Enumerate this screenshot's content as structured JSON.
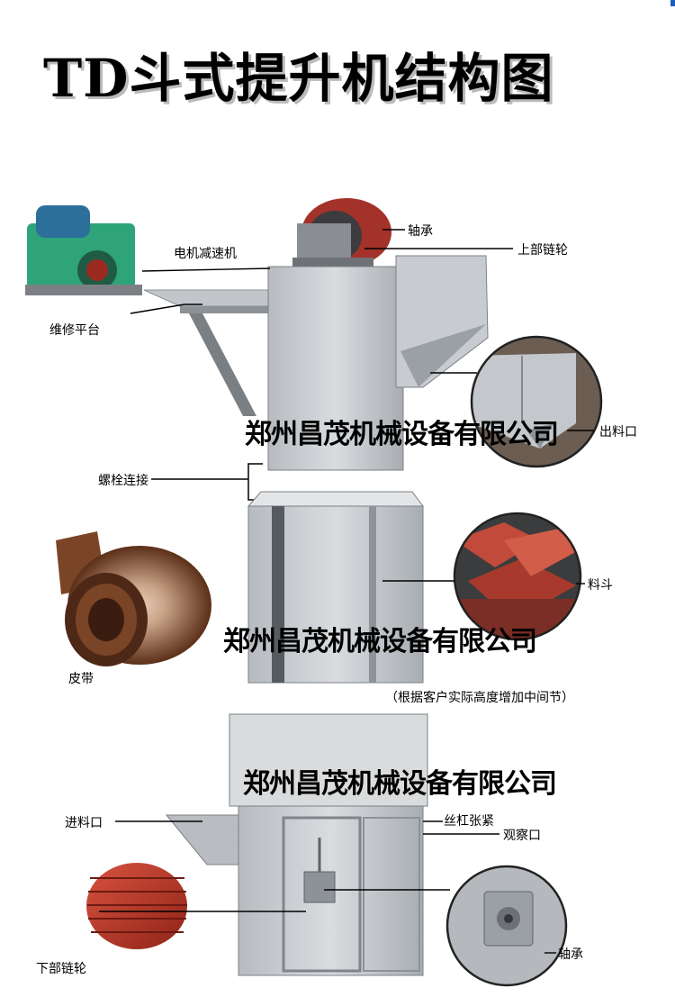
{
  "title": "TD斗式提升机结构图",
  "labels": {
    "motor_reducer": "电机减速机",
    "maintenance_platform": "维修平台",
    "bearing_top": "轴承",
    "upper_sprocket": "上部链轮",
    "discharge_port": "出料口",
    "bolt_connection": "螺栓连接",
    "bucket": "料斗",
    "belt": "皮带",
    "note": "（根据客户实际高度增加中间节）",
    "feed_port": "进料口",
    "screw_tension": "丝杠张紧",
    "observation_port": "观察口",
    "bearing_bottom": "轴承",
    "lower_sprocket": "下部链轮"
  },
  "watermark": "郑州昌茂机械设备有限公司",
  "colors": {
    "casing": "#c9ccd0",
    "casing_dark": "#9ea3a8",
    "motor_green": "#2fa37a",
    "sprocket_red": "#b8362a",
    "belt_brown": "#6b3b22"
  }
}
